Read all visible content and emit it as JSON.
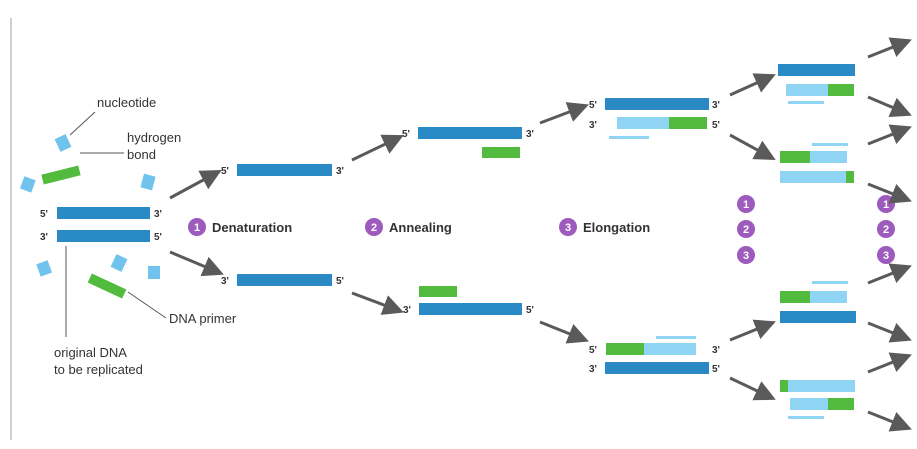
{
  "labels": {
    "nucleotide": "nucleotide",
    "hydrogen_bond_line1": "hydrogen",
    "hydrogen_bond_line2": "bond",
    "dna_primer": "DNA primer",
    "original_line1": "original DNA",
    "original_line2": "to be replicated"
  },
  "ends": {
    "five": "5'",
    "three": "3'"
  },
  "steps": [
    {
      "num": "1",
      "name": "Denaturation"
    },
    {
      "num": "2",
      "name": "Annealing"
    },
    {
      "num": "3",
      "name": "Elongation"
    }
  ],
  "colors": {
    "template_strand": "#2a8ac6",
    "new_strand": "#8fd4f2",
    "primer": "#52bb3e",
    "nucleotide": "#6fc3ec",
    "badge": "#9c5bbd",
    "arrow": "#5a5a5a",
    "left_border": "#cfcfcf"
  }
}
